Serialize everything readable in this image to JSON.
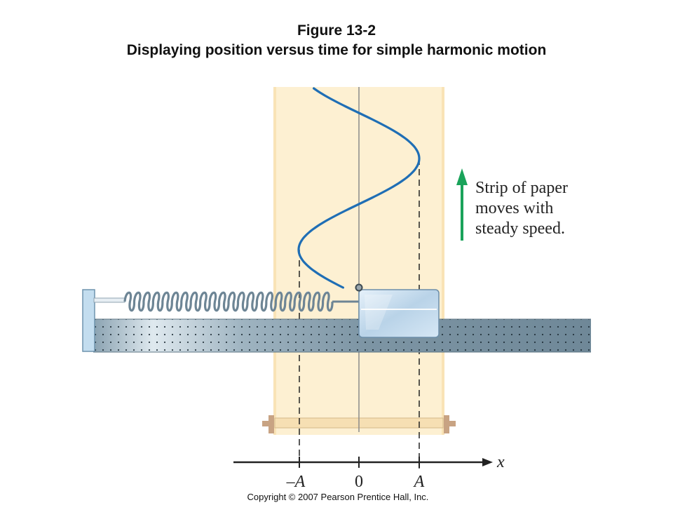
{
  "figure": {
    "title_line1": "Figure 13-2",
    "title_line2": "Displaying position versus time for simple harmonic motion"
  },
  "annotation": {
    "lines": [
      "Strip of paper",
      "moves with",
      "steady speed."
    ]
  },
  "axis": {
    "variable": "x",
    "ticks": [
      "–A",
      "0",
      "A"
    ]
  },
  "copyright": "Copyright © 2007 Pearson Prentice Hall, Inc.",
  "colors": {
    "paper_strip": "#fdf0d2",
    "curve": "#1f6eb5",
    "arrow": "#1aa35a",
    "track": "#7f97a6",
    "block": "#c9dff0",
    "spring": "#6d8595"
  }
}
